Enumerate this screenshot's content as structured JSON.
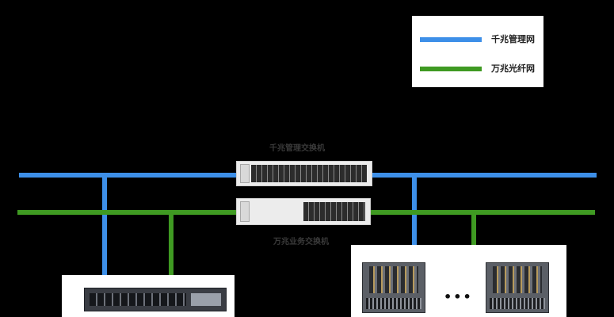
{
  "legend": {
    "items": [
      {
        "label": "千兆管理网",
        "color": "#3d8fe8"
      },
      {
        "label": "万兆光纤网",
        "color": "#3f9a22"
      }
    ]
  },
  "switches": {
    "management_label": "千兆管理交换机",
    "business_label": "万兆业务交换机"
  },
  "ellipsis": "•••",
  "colors": {
    "management_network": "#3d8fe8",
    "fiber_network": "#3f9a22",
    "background": "#000000",
    "panel": "#ffffff"
  },
  "icons": [
    "gigabit-switch-icon",
    "10g-switch-icon",
    "storage-server-icon",
    "gpu-server-icon"
  ]
}
